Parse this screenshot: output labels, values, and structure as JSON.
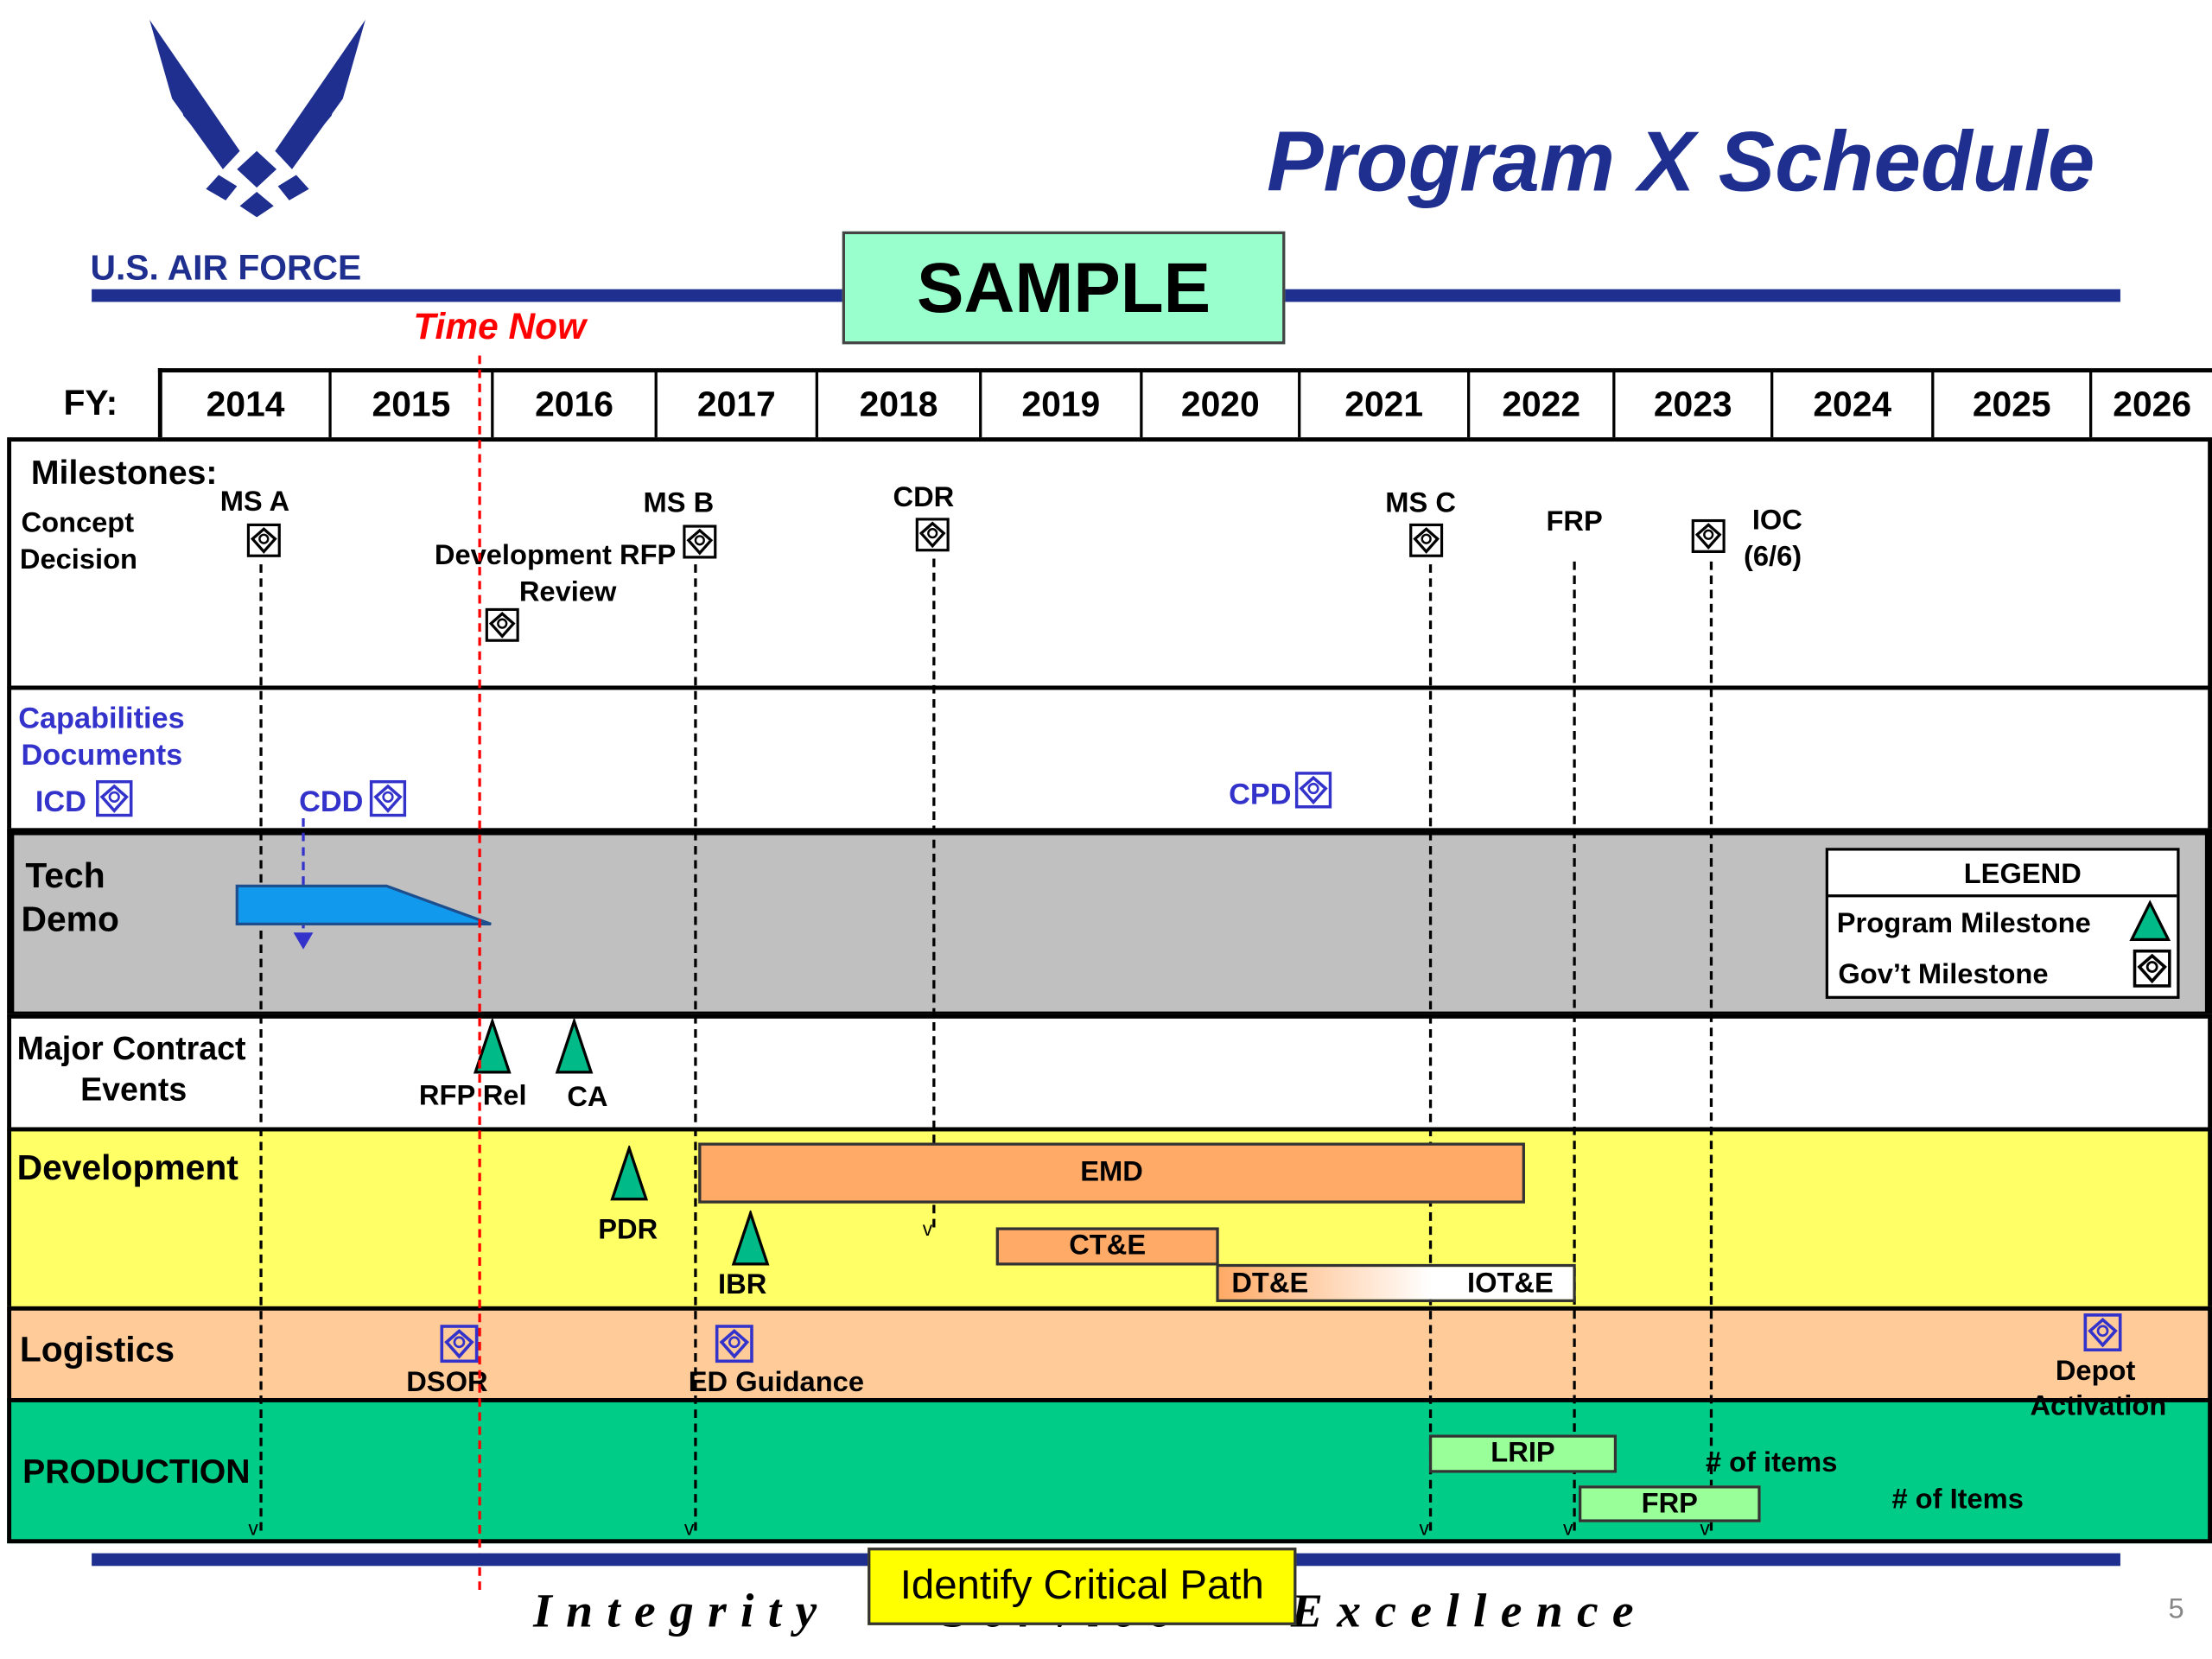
{
  "header": {
    "org_name": "U.S. AIR FORCE",
    "title": "Program X Schedule",
    "sample_label": "SAMPLE",
    "time_now_label": "Time Now",
    "fy_label": "FY:",
    "page_number": "5"
  },
  "years": [
    "2014",
    "2015",
    "2016",
    "2017",
    "2018",
    "2019",
    "2020",
    "2021",
    "2022",
    "2023",
    "2024",
    "2025",
    "2026"
  ],
  "rows": {
    "milestones": "Milestones:",
    "capabilities_line1": "Capabilities",
    "capabilities_line2": "Documents",
    "tech_demo_line1": "Tech",
    "tech_demo_line2": "Demo",
    "contract_line1": "Major Contract",
    "contract_line2": "Events",
    "development": "Development",
    "logistics": "Logistics",
    "production": "PRODUCTION"
  },
  "milestones": {
    "concept_line1": "Concept",
    "concept_line2": "Decision",
    "ms_a": "MS A",
    "dev_rfp_line1": "Development RFP",
    "dev_rfp_line2": "Review",
    "ms_b": "MS B",
    "cdr": "CDR",
    "ms_c": "MS C",
    "frp": "FRP",
    "ioc_line1": "IOC",
    "ioc_line2": "(6/6)"
  },
  "capabilities": {
    "icd": "ICD",
    "cdd": "CDD",
    "cpd": "CPD"
  },
  "legend": {
    "title": "LEGEND",
    "program_milestone": "Program  Milestone",
    "govt_milestone": "Gov’t Milestone"
  },
  "contract_events": {
    "rfp_rel": "RFP Rel",
    "ca": "CA"
  },
  "development": {
    "pdr": "PDR",
    "ibr": "IBR",
    "emd": "EMD",
    "cte": "CT&E",
    "dte": "DT&E",
    "iote": "IOT&E"
  },
  "logistics": {
    "dsor": "DSOR",
    "ed_guidance": "ED Guidance",
    "depot_line1": "Depot",
    "depot_line2": "Activation"
  },
  "production": {
    "lrip": "LRIP",
    "frp": "FRP",
    "items1": "# of items",
    "items2": "# of Items"
  },
  "footer": {
    "motto_left": "Integrity",
    "motto_middle": "Service",
    "motto_right": "Excellence",
    "critical_path": "Identify Critical Path"
  },
  "colors": {
    "navy": "#1f2f8f",
    "sample_bg": "#99ffcc",
    "gray_row": "#c0c0c0",
    "yellow_row": "#ffff66",
    "peach_row": "#ffcc99",
    "green_row": "#00cc88",
    "emd_bar": "#ffaa66",
    "lrip_bar": "#99ff99",
    "tech_demo_bar": "#1199ee",
    "time_now": "#ff0000",
    "triangle": "#00bb88",
    "capability_text": "#3333cc",
    "critical_path_bg": "#ffff00"
  }
}
